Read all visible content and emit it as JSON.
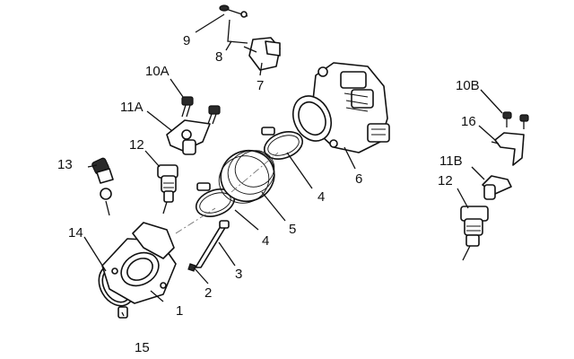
{
  "callouts": {
    "c1": "1",
    "c2": "2",
    "c3": "3",
    "c4a": "4",
    "c4b": "4",
    "c5": "5",
    "c6": "6",
    "c7": "7",
    "c8": "8",
    "c9": "9",
    "c10a": "10A",
    "c10b": "10B",
    "c11a": "11A",
    "c11b": "11B",
    "c12a": "12",
    "c12b": "12",
    "c13": "13",
    "c14": "14",
    "c15": "15",
    "c16": "16"
  }
}
